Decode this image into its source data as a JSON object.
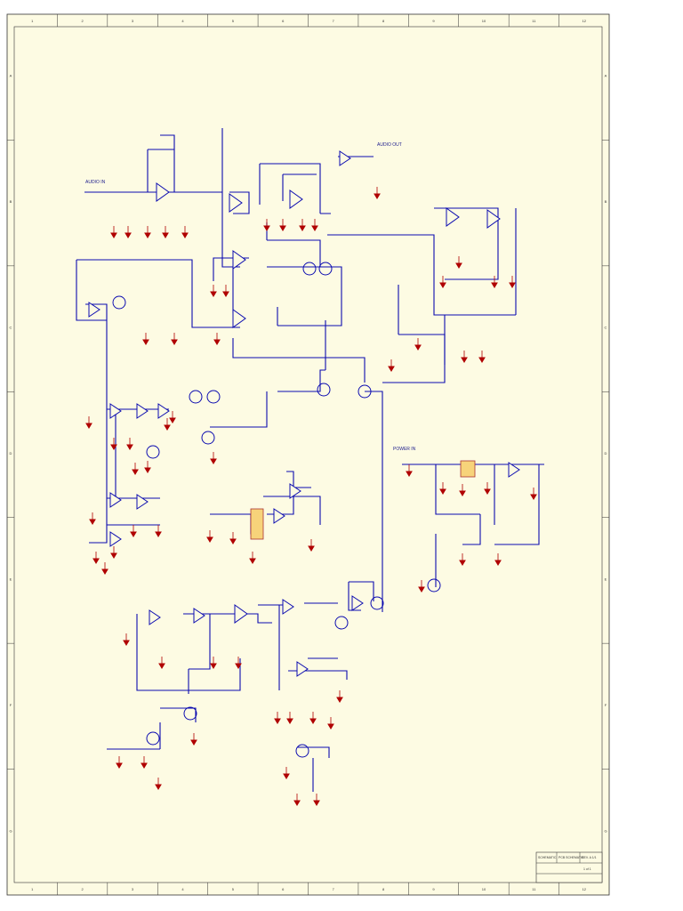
{
  "sheet": {
    "background": "#fdfbe3",
    "wire_color": "#0b0bb0",
    "ground_color": "#b00000",
    "ic_fill": "#f7d37a",
    "zone_columns": [
      "1",
      "2",
      "3",
      "4",
      "5",
      "6",
      "7",
      "8",
      "9",
      "10",
      "11",
      "12"
    ],
    "zone_rows": [
      "A",
      "B",
      "C",
      "D",
      "E",
      "F",
      "G"
    ]
  },
  "net_labels": {
    "audio_in": "AUDIO IN",
    "audio_out": "AUDIO OUT",
    "power_in": "POWER IN"
  },
  "title_block": {
    "name": "SCHEMATIC",
    "doc": "PCB SCHEMATIC",
    "rev": "REV. A 1/1",
    "sheet": "1 of 1"
  }
}
